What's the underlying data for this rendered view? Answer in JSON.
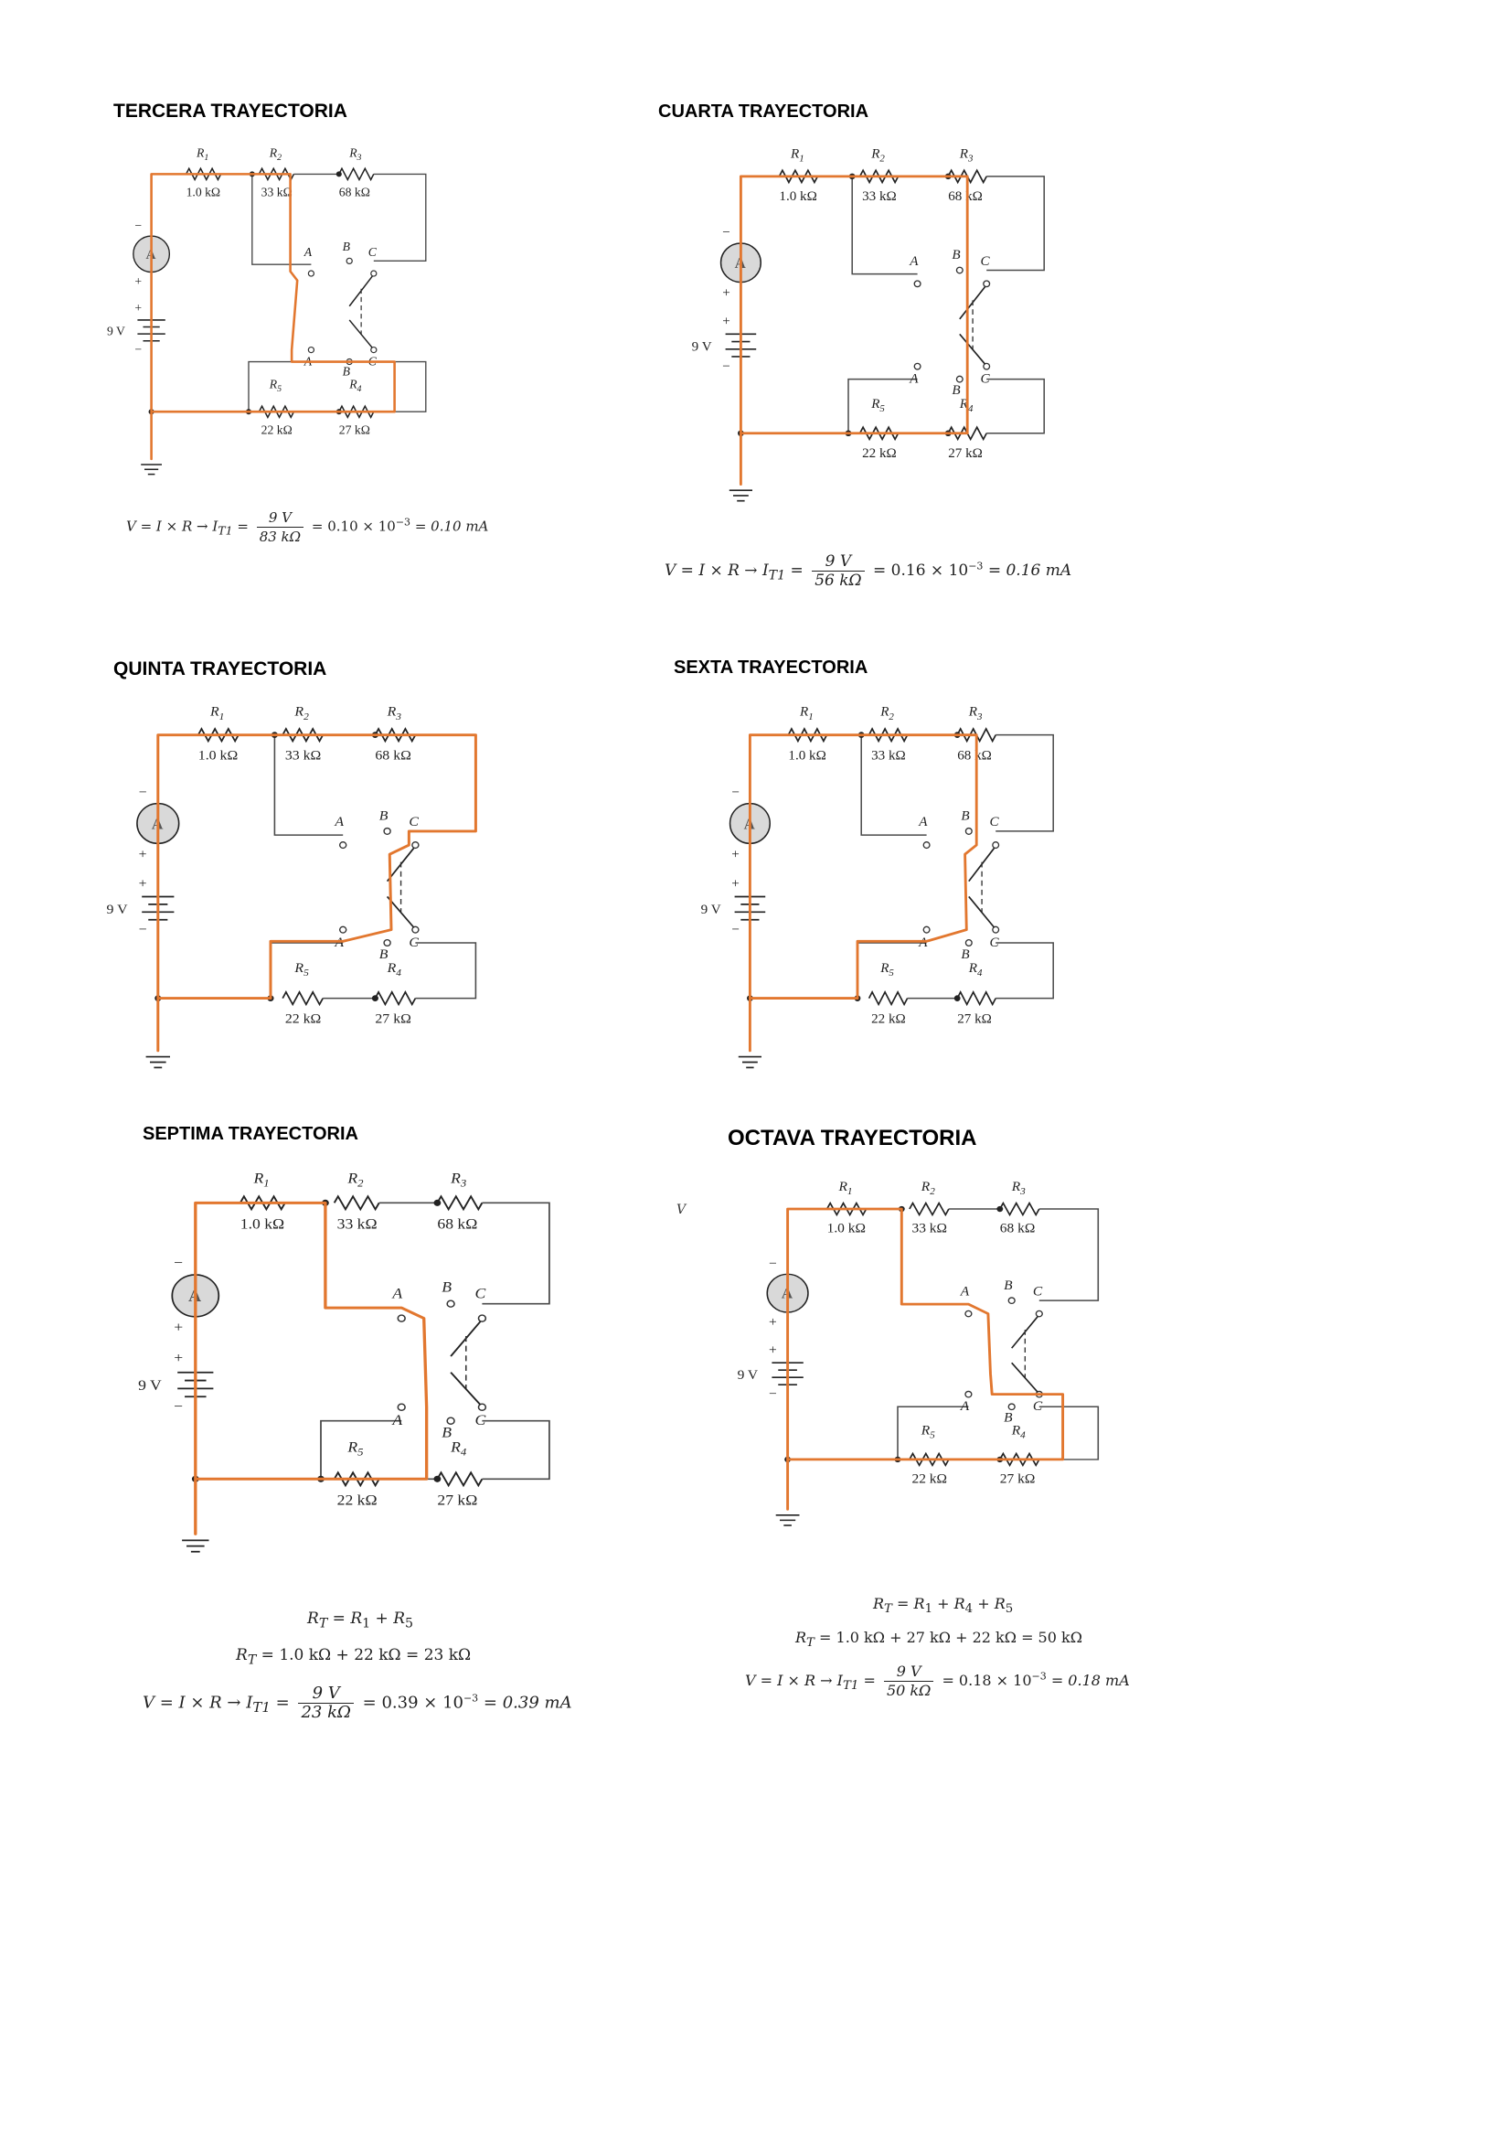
{
  "sections": [
    {
      "title": "TERCERA TRAYECTORIA",
      "equation": {
        "lhs": "V = I × R → I",
        "sub": "T1",
        "num": "9 V",
        "den": "83 kΩ",
        "rhs": "= 0.10 × 10",
        "exp": "−3",
        "tail": "= 0.10 mA"
      }
    },
    {
      "title": "CUARTA TRAYECTORIA",
      "equation": {
        "lhs": "V = I × R → I",
        "sub": "T1",
        "num": "9 V",
        "den": "56 kΩ",
        "rhs": "= 0.16 × 10",
        "exp": "−3",
        "tail": "= 0.16 mA"
      }
    },
    {
      "title": "QUINTA TRAYECTORIA"
    },
    {
      "title": "SEXTA TRAYECTORIA"
    },
    {
      "title": "SEPTIMA TRAYECTORIA",
      "lines": [
        "R",
        "R"
      ],
      "rt_formula": {
        "a": "R",
        "sub_a": "T",
        "b": " = R",
        "sub_b": "1",
        "c": " + R",
        "sub_c": "5"
      },
      "rt_value": {
        "a": "R",
        "sub_a": "T",
        "b": " = 1.0 kΩ + 22 kΩ = 23 kΩ"
      },
      "equation": {
        "lhs": "V = I × R → I",
        "sub": "T1",
        "num": "9 V",
        "den": "23 kΩ",
        "rhs": "= 0.39 × 10",
        "exp": "−3",
        "tail": "= 0.39 mA"
      }
    },
    {
      "title": "OCTAVA TRAYECTORIA",
      "rt_formula": {
        "a": "R",
        "sub_a": "T",
        "b": " = R",
        "sub_b": "1",
        "c": " + R",
        "sub_c": "4",
        "d": " + R",
        "sub_d": "5"
      },
      "rt_value": {
        "a": "R",
        "sub_a": "T",
        "b": " = 1.0 kΩ + 27 kΩ + 22 kΩ = 50 kΩ"
      },
      "equation": {
        "lhs": "V = I × R → I",
        "sub": "T1",
        "num": "9 V",
        "den": "50 kΩ",
        "rhs": "= 0.18 × 10",
        "exp": "−3",
        "tail": "= 0.18 mA"
      }
    }
  ],
  "circuit_labels": {
    "r1": "R",
    "r1_sub": "1",
    "r1_val": "1.0 kΩ",
    "r2": "R",
    "r2_sub": "2",
    "r2_val": "33 kΩ",
    "r3": "R",
    "r3_sub": "3",
    "r3_val": "68 kΩ",
    "r4": "R",
    "r4_sub": "4",
    "r4_val": "27 kΩ",
    "r5": "R",
    "r5_sub": "5",
    "r5_val": "22 kΩ",
    "battery": "9 V",
    "meter": "A",
    "node_a": "A",
    "node_b": "B",
    "node_c": "C",
    "plus": "+",
    "minus": "−"
  },
  "stray_mark": "V",
  "colors": {
    "highlight_path": "#e2772f",
    "wire": "#4a4a4a",
    "meter_fill": "#d9d9d9"
  }
}
